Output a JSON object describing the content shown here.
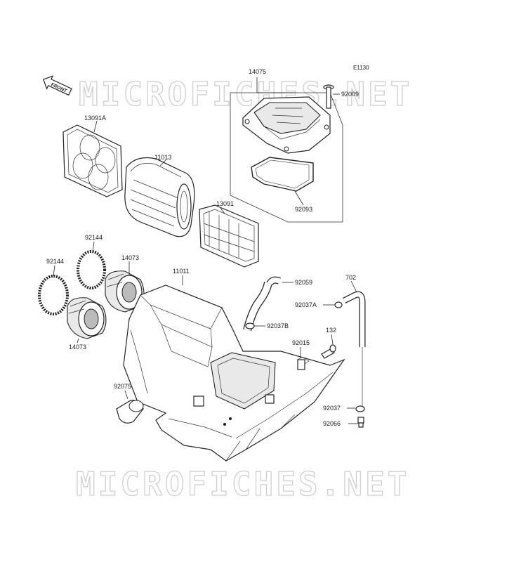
{
  "diagram": {
    "ref_code": "E1130",
    "front_label": "FRONT",
    "watermark_top": "MICROFICHES.NET",
    "watermark_bottom": "MICROFICHES.NET",
    "parts": {
      "p14075": "14075",
      "p92009": "92009",
      "p92093": "92093",
      "p13091A": "13091A",
      "p11013": "11013",
      "p13091": "13091",
      "p92144a": "92144",
      "p92144b": "92144",
      "p14073a": "14073",
      "p14073b": "14073",
      "p11011": "11011",
      "p92059": "92059",
      "p702": "702",
      "p92037A": "92037A",
      "p92037B": "92037B",
      "p132": "132",
      "p92015": "92015",
      "p92075": "92075",
      "p92037": "92037",
      "p92066": "92066"
    }
  }
}
